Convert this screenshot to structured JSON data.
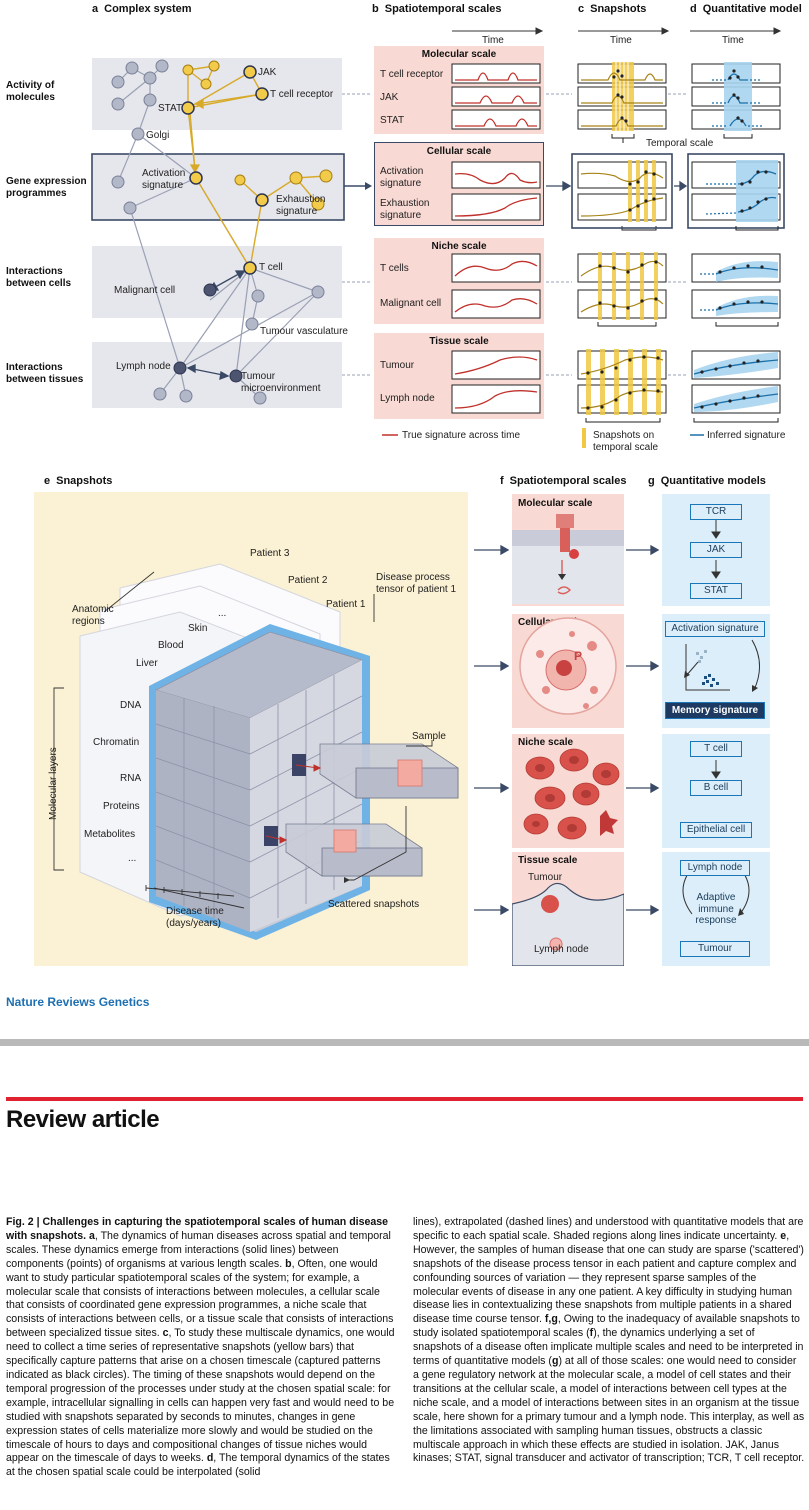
{
  "panel_a": {
    "letter": "a",
    "title": "Complex system",
    "rows": [
      "Activity of molecules",
      "Gene expression programmes",
      "Interactions between cells",
      "Interactions between tissues"
    ],
    "nodes": {
      "jak": "JAK",
      "tcr": "T cell receptor",
      "stat": "STAT",
      "golgi": "Golgi",
      "activation": "Activation signature",
      "exhaustion": "Exhaustion signature",
      "tcell": "T cell",
      "malignant": "Malignant cell",
      "vasc": "Tumour vasculature",
      "lymph": "Lymph node",
      "tme": "Tumour microenvironment"
    }
  },
  "panel_b": {
    "letter": "b",
    "title": "Spatiotemporal scales",
    "time": "Time",
    "scales": [
      {
        "title": "Molecular scale",
        "rows": [
          "T cell receptor",
          "JAK",
          "STAT"
        ]
      },
      {
        "title": "Cellular scale",
        "rows": [
          "Activation signature",
          "Exhaustion signature"
        ]
      },
      {
        "title": "Niche scale",
        "rows": [
          "T cells",
          "Malignant cell"
        ]
      },
      {
        "title": "Tissue scale",
        "rows": [
          "Tumour",
          "Lymph node"
        ]
      }
    ],
    "legend": "True signature across time"
  },
  "panel_c": {
    "letter": "c",
    "title": "Snapshots",
    "time": "Time",
    "temporal_scale": "Temporal scale",
    "legend": "Snapshots on temporal scale"
  },
  "panel_d": {
    "letter": "d",
    "title": "Quantitative model",
    "time": "Time",
    "legend": "Inferred signature"
  },
  "panel_e": {
    "letter": "e",
    "title": "Snapshots",
    "patients": [
      "Patient 3",
      "Patient 2",
      "Patient 1"
    ],
    "tensor": "Disease process tensor of patient 1",
    "anatomic": "Anatomic regions",
    "regions": [
      "Skin",
      "Blood",
      "Liver",
      "..."
    ],
    "molecular": "Molecular layers",
    "layers": [
      "DNA",
      "Chromatin",
      "RNA",
      "Proteins",
      "Metabolites",
      "..."
    ],
    "sample": "Sample",
    "scattered": "Scattered snapshots",
    "time": "Disease time (days/years)"
  },
  "panel_f": {
    "letter": "f",
    "title": "Spatiotemporal scales",
    "scales": [
      "Molecular scale",
      "Cellular scale",
      "Niche scale",
      "Tissue scale"
    ],
    "tissue_labels": [
      "Tumour",
      "Lymph node"
    ],
    "p": "P"
  },
  "panel_g": {
    "letter": "g",
    "title": "Quantitative models",
    "mol": [
      "TCR",
      "JAK",
      "STAT"
    ],
    "cell": [
      "Activation signature",
      "Memory signature"
    ],
    "niche": [
      "T cell",
      "B cell",
      "Epithelial cell"
    ],
    "tissue": [
      "Lymph node",
      "Adaptive immune response",
      "Tumour"
    ]
  },
  "journal": "Nature Reviews Genetics",
  "section": "Review article",
  "caption": {
    "left": [
      {
        "b": "Fig. 2 | Challenges in capturing the spatiotemporal scales of human disease with snapshots. a",
        "t": ", The dynamics of human diseases across spatial and temporal scales. These dynamics emerge from interactions (solid lines) between components (points) of organisms at various length scales. "
      },
      {
        "b": "b",
        "t": ", Often, one would want to study particular spatiotemporal scales of the system; for example, a molecular scale that consists of interactions between molecules, a cellular scale that consists of coordinated gene expression programmes, a niche scale that consists of interactions between cells, or a tissue scale that consists of interactions between specialized tissue sites. "
      },
      {
        "b": "c",
        "t": ", To study these multiscale dynamics, one would need to collect a time series of representative snapshots (yellow bars) that specifically capture patterns that arise on a chosen timescale (captured patterns indicated as black circles). The timing of these snapshots would depend on the temporal progression of the processes under study at the chosen spatial scale: for example, intracellular signalling in cells can happen very fast and would need to be studied with snapshots separated by seconds to minutes, changes in gene expression states of cells materialize more slowly and would be studied on the timescale of hours to days and compositional changes of tissue niches would appear on the timescale of days to weeks. "
      },
      {
        "b": "d",
        "t": ", The temporal dynamics of the states at the chosen spatial scale could be interpolated (solid"
      }
    ],
    "right": [
      {
        "b": "",
        "t": "lines), extrapolated (dashed lines) and understood with quantitative models that are specific to each spatial scale. Shaded regions along lines indicate uncertainty. "
      },
      {
        "b": "e",
        "t": ", However, the samples of human disease that one can study are sparse ('scattered') snapshots of the disease process tensor in each patient and capture complex and confounding sources of variation — they represent sparse samples of the molecular events of disease in any one patient. A key difficulty in studying human disease lies in contextualizing these snapshots from multiple patients in a shared disease time course tensor. "
      },
      {
        "b": "f,g",
        "t": ", Owing to the inadequacy of available snapshots to study isolated spatiotemporal scales ("
      },
      {
        "b": "f",
        "t": "), the dynamics underlying a set of snapshots of a disease often implicate multiple scales and need to be interpreted in terms of quantitative models ("
      },
      {
        "b": "g",
        "t": ") at all of those scales: one would need to consider a gene regulatory network at the molecular scale, a model of cell states and their transitions at the cellular scale, a model of interactions between cell types at the niche scale, and a model of interactions between sites in an organism at the tissue scale, here shown for a primary tumour and a lymph node. This interplay, as well as the limitations associated with sampling human tissues, obstructs a classic multiscale approach in which these effects are studied in isolation. JAK, Janus kinases; STAT, signal transducer and activator of transcription; TCR, T cell receptor."
      }
    ]
  }
}
